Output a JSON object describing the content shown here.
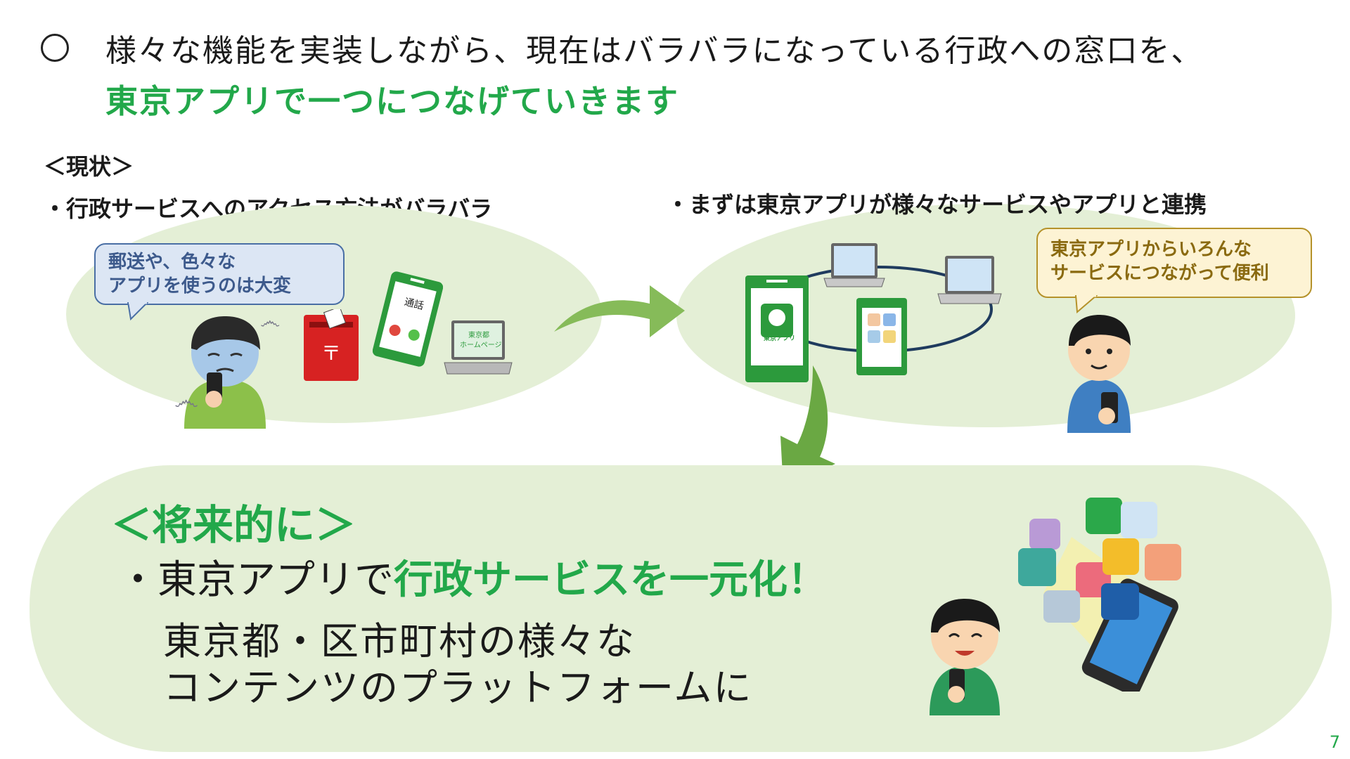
{
  "header": {
    "line1": "様々な機能を実装しながら、現在はバラバラになっている行政への窓口を、",
    "line2": "東京アプリで一つにつなげていきます"
  },
  "current": {
    "section_label": "＜現状＞",
    "bullet": "・行政サービスへのアクセス方法がバラバラ",
    "bubble_line1": "郵送や、色々な",
    "bubble_line2": "アプリを使うのは大変",
    "phone_label": "通話",
    "laptop_label1": "東京都",
    "laptop_label2": "ホームページ"
  },
  "linked": {
    "bullet": "・まずは東京アプリが様々なサービスやアプリと連携",
    "bubble_line1": "東京アプリからいろんな",
    "bubble_line2": "サービスにつながって便利",
    "app_label": "東京アプリ"
  },
  "future": {
    "title": "＜将来的に＞",
    "line1_prefix": "・東京アプリで",
    "line1_highlight": "行政サービスを一元化！",
    "line2": "東京都・区市町村の様々な",
    "line3": "コンテンツのプラットフォームに"
  },
  "page_number": "7",
  "colors": {
    "accent_green": "#22a84a",
    "ellipse_bg": "#e4efd6",
    "arrow_green": "#86bb59"
  }
}
